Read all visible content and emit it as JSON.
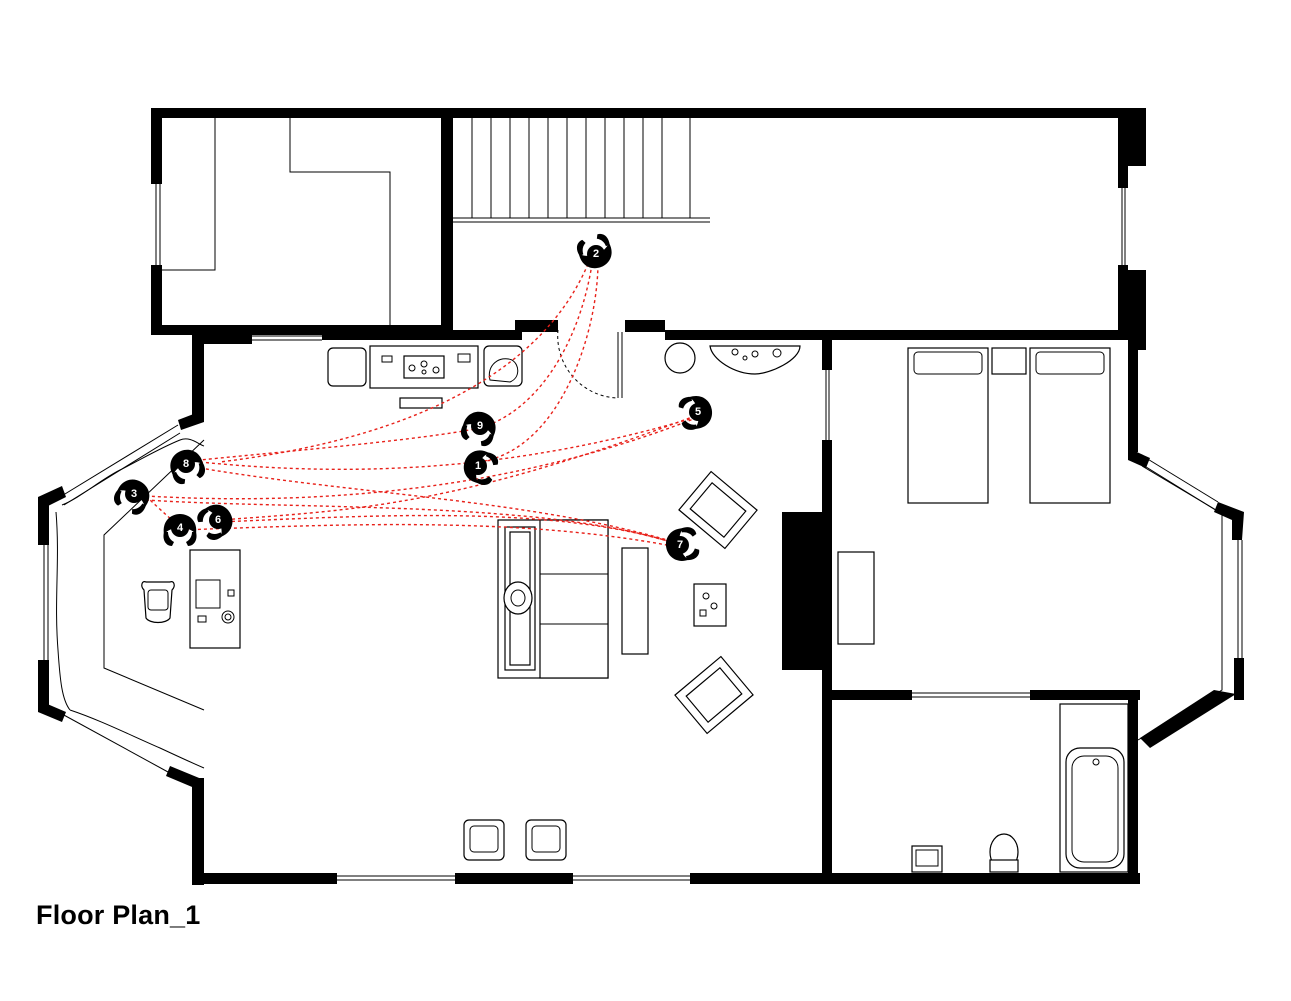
{
  "title": "Floor Plan_1",
  "colors": {
    "walls": "#000000",
    "walk_paths": "#e8211a",
    "background": "#ffffff"
  },
  "markers": [
    {
      "label": "1",
      "icon": "person-topdown-icon"
    },
    {
      "label": "2",
      "icon": "person-topdown-icon"
    },
    {
      "label": "3",
      "icon": "person-topdown-icon"
    },
    {
      "label": "4",
      "icon": "person-topdown-icon"
    },
    {
      "label": "5",
      "icon": "person-topdown-icon"
    },
    {
      "label": "6",
      "icon": "person-topdown-icon"
    },
    {
      "label": "7",
      "icon": "person-topdown-icon"
    },
    {
      "label": "8",
      "icon": "person-topdown-icon"
    },
    {
      "label": "9",
      "icon": "person-topdown-icon"
    }
  ],
  "route": [
    "1",
    "2",
    "3",
    "4",
    "5",
    "6",
    "7",
    "8",
    "9"
  ]
}
